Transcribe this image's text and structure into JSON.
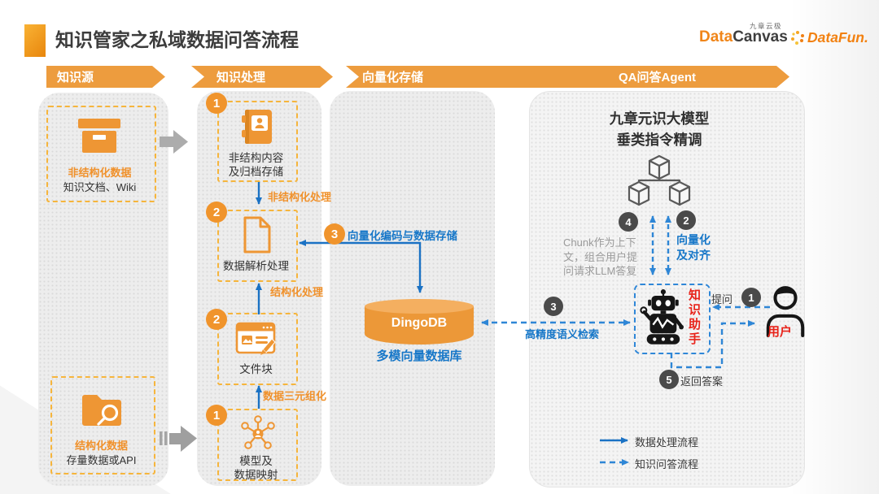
{
  "slide": {
    "title": "知识管家之私域数据问答流程"
  },
  "logos": {
    "datacanvas_sup": "九章云极",
    "datacanvas_part1": "Data",
    "datacanvas_part2": "Canvas",
    "datafun": "DataFun."
  },
  "banners": [
    {
      "label": "知识源"
    },
    {
      "label": "知识处理"
    },
    {
      "label": "向量化存储"
    },
    {
      "label": "QA问答Agent"
    }
  ],
  "source": {
    "unstructured_title": "非结构化数据",
    "unstructured_sub": "知识文档、Wiki",
    "structured_title": "结构化数据",
    "structured_sub": "存量数据或API"
  },
  "processing": {
    "step1_num": "1",
    "step1_line1": "非结构内容",
    "step1_line2": "及归档存储",
    "flow1_label": "非结构化处理",
    "step2_num": "2",
    "step2_label": "数据解析处理",
    "flow2_label": "结构化处理",
    "step3_num": "2",
    "step3_label": "文件块",
    "flow3_label": "数据三元组化",
    "step4_num": "1",
    "step4_line1": "模型及",
    "step4_line2": "数据映射"
  },
  "storage": {
    "encode_num": "3",
    "encode_label": "向量化编码与数据存储",
    "db_name": "DingoDB",
    "db_caption": "多模向量数据库"
  },
  "agent": {
    "model_line1": "九章元识大模型",
    "model_line2": "垂类指令精调",
    "chunk_num": "4",
    "chunk_line1": "Chunk作为上下",
    "chunk_line2": "文，组合用户提",
    "chunk_line3": "问请求LLM答复",
    "align_num": "2",
    "align_line1": "向量化",
    "align_line2": "及对齐",
    "assistant_label": "知识助手",
    "retrieve_num": "3",
    "retrieve_label": "高精度语义检索",
    "ask_label": "提问",
    "ask_num": "1",
    "user_label": "用户",
    "answer_num": "5",
    "answer_label": "返回答案"
  },
  "legend": {
    "solid_label": "数据处理流程",
    "dashed_label": "知识问答流程"
  },
  "colors": {
    "accent_orange": "#ED9C3E",
    "dashed_border_orange": "#F6B53C",
    "solid_arrow_blue": "#1B72C4",
    "dashed_arrow_blue": "#2E86D6",
    "blue_text": "#1777C8",
    "red_text": "#E8231A",
    "dark_badge": "#4A4A4A",
    "panel_gray": "#EDEDED"
  }
}
